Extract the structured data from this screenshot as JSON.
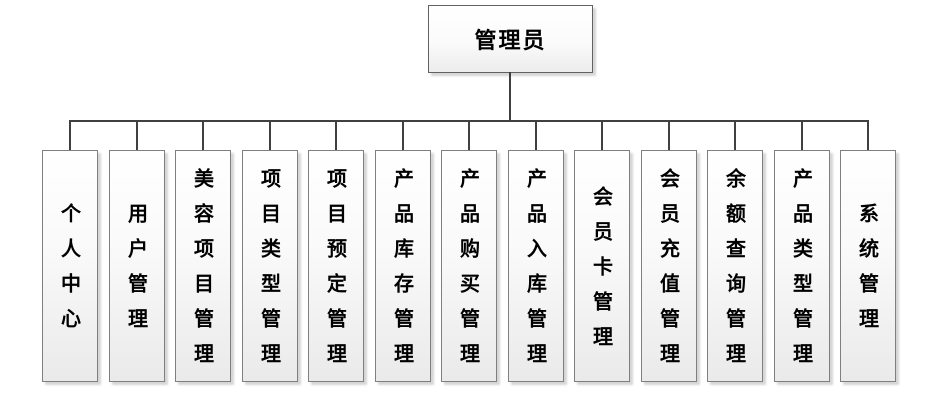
{
  "diagram": {
    "type": "org-chart",
    "root": {
      "label": "管理员"
    },
    "children": [
      {
        "label": "个人中心"
      },
      {
        "label": "用户管理"
      },
      {
        "label": "美容项目管理"
      },
      {
        "label": "项目类型管理"
      },
      {
        "label": "项目预定管理"
      },
      {
        "label": "产品库存管理"
      },
      {
        "label": "产品购买管理"
      },
      {
        "label": "产品入库管理"
      },
      {
        "label": "会员卡管理"
      },
      {
        "label": "会员充值管理"
      },
      {
        "label": "余额查询管理"
      },
      {
        "label": "产品类型管理"
      },
      {
        "label": "系统管理"
      }
    ]
  },
  "colors": {
    "connector_line": "#404040",
    "box_border": "#7f7f7f",
    "box_fill_top": "#ffffff",
    "box_fill_bottom": "#eaeaea",
    "box_shadow": "#d6d6d6",
    "text": "#000000",
    "background": "#ffffff"
  }
}
